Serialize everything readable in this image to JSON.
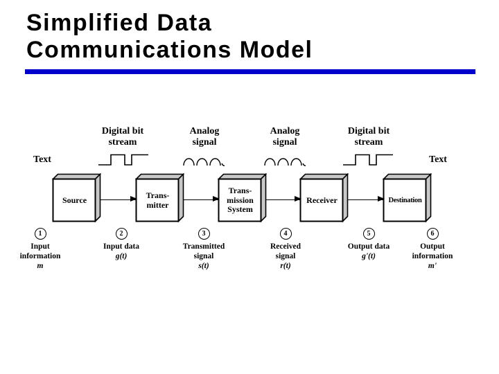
{
  "slide": {
    "title": "Simplified Data\nCommunications Model"
  },
  "colors": {
    "accent": "#0000cc",
    "box_face": "#ffffff",
    "box_side": "#c8c8c8",
    "ink": "#000000"
  },
  "diagram": {
    "text_left": "Text",
    "text_right": "Text",
    "signal_labels": {
      "digital_left": "Digital bit\nstream",
      "analog_left": "Analog\nsignal",
      "analog_right": "Analog\nsignal",
      "digital_right": "Digital bit\nstream"
    },
    "waveforms": [
      "square-wave",
      "sine-wave",
      "sine-wave",
      "square-wave"
    ],
    "boxes": {
      "source": "Source",
      "transmitter": "Trans-\nmitter",
      "transmission": "Trans-\nmission\nSystem",
      "receiver": "Receiver",
      "destination": "Destination"
    },
    "steps": [
      {
        "number": "1",
        "caption": "Input\ninformation",
        "formula": "m"
      },
      {
        "number": "2",
        "caption": "Input data",
        "formula": "g(t)"
      },
      {
        "number": "3",
        "caption": "Transmitted\nsignal",
        "formula": "s(t)"
      },
      {
        "number": "4",
        "caption": "Received\nsignal",
        "formula": "r(t)"
      },
      {
        "number": "5",
        "caption": "Output data",
        "formula": "g'(t)"
      },
      {
        "number": "6",
        "caption": "Output\ninformation",
        "formula": "m'"
      }
    ]
  }
}
